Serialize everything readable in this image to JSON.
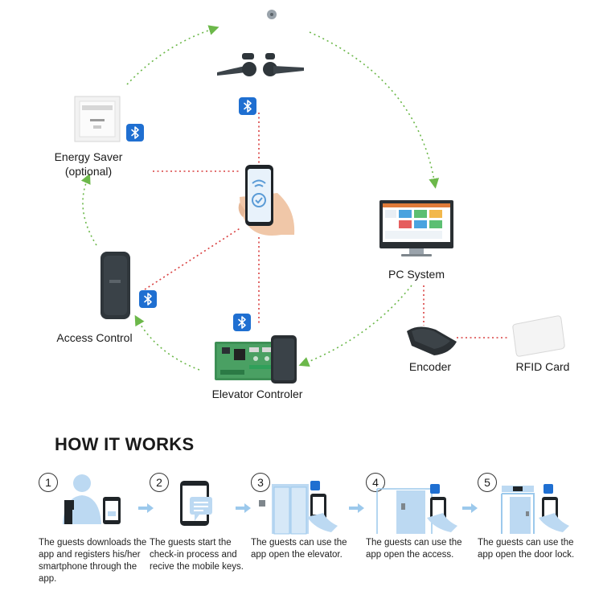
{
  "nodes": {
    "energy_saver": {
      "line1": "Energy Saver",
      "line2": "(optional)"
    },
    "pc_system": "PC System",
    "access_control": "Access Control",
    "elevator": "Elevator Controler",
    "encoder": "Encoder",
    "rfid": "RFID Card"
  },
  "how_it_works": {
    "title": "HOW IT WORKS",
    "steps": [
      {
        "num": "1",
        "text": "The guests downloads the app and registers his/her smartphone through the app."
      },
      {
        "num": "2",
        "text": "The guests start the check-in process and recive the mobile keys."
      },
      {
        "num": "3",
        "text": "The guests can use the app open the elevator."
      },
      {
        "num": "4",
        "text": "The guests can use the app open the access."
      },
      {
        "num": "5",
        "text": "The guests can use the app open the door lock."
      }
    ]
  },
  "colors": {
    "bluetooth": "#1f6fd1",
    "wireless_link": "#d94040",
    "flow_arrow": "#6cb84a",
    "illustration_blue": "#bcd9f2"
  },
  "icons": [
    "bluetooth-icon",
    "door-lock-icon",
    "smartphone-icon",
    "monitor-icon",
    "card-reader-icon",
    "rfid-card-icon",
    "controller-board-icon",
    "energy-saver-icon",
    "elevator-icon",
    "door-icon",
    "arrow-right-icon"
  ]
}
